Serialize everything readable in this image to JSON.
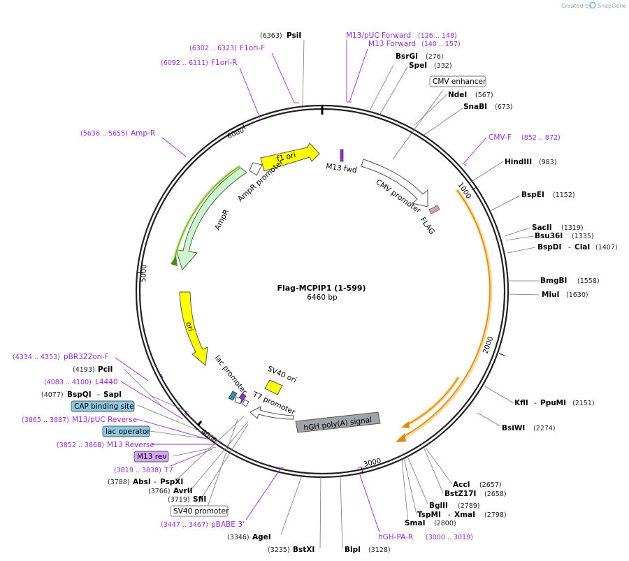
{
  "credit": {
    "created_by": "Created by",
    "brand": "SnapGene"
  },
  "plasmid": {
    "name": "Flag-MCPIP1 (1-599)",
    "size": "6460 bp"
  },
  "ticks": [
    "1000",
    "2000",
    "3000",
    "4000",
    "5000",
    "6000"
  ],
  "enzymes": [
    {
      "name": "PsiI",
      "pos": "(6363)"
    },
    {
      "name": "BsrGI",
      "pos": "(276)"
    },
    {
      "name": "SpeI",
      "pos": "(332)"
    },
    {
      "name": "NdeI",
      "pos": "(567)"
    },
    {
      "name": "SnaBI",
      "pos": "(673)"
    },
    {
      "name": "HindIII",
      "pos": "(983)"
    },
    {
      "name": "BspEI",
      "pos": "(1152)"
    },
    {
      "name": "SacII",
      "pos": "(1319)"
    },
    {
      "name": "Bsu36I",
      "pos": "(1335)"
    },
    {
      "name": "BspDI",
      "pos": "",
      "name2": "ClaI",
      "pos2": "(1407)"
    },
    {
      "name": "BmgBI",
      "pos": "(1558)"
    },
    {
      "name": "MluI",
      "pos": "(1630)"
    },
    {
      "name": "KflI",
      "pos": "",
      "name2": "PpuMI",
      "pos2": "(2151)"
    },
    {
      "name": "BsiWI",
      "pos": "(2274)"
    },
    {
      "name": "AccI",
      "pos": "(2657)"
    },
    {
      "name": "BstZ17I",
      "pos": "(2658)"
    },
    {
      "name": "BglII",
      "pos": "(2789)"
    },
    {
      "name": "TspMI",
      "pos": "",
      "name2": "XmaI",
      "pos2": "(2798)"
    },
    {
      "name": "SmaI",
      "pos": "(2800)"
    },
    {
      "name": "BlpI",
      "pos": "(3128)"
    },
    {
      "name": "BstXI",
      "pos": "(3235)"
    },
    {
      "name": "AgeI",
      "pos": "(3346)"
    },
    {
      "name": "SfiI",
      "pos": "(3719)"
    },
    {
      "name": "AvrII",
      "pos": "(3766)"
    },
    {
      "name": "AbsI",
      "pos": "(3788)",
      "name2": "PspXI"
    },
    {
      "name": "BspQI",
      "pos": "(4077)",
      "name2": "SapI"
    },
    {
      "name": "PciI",
      "pos": "(4193)"
    }
  ],
  "primers": [
    {
      "name": "M13/pUC Forward",
      "range": "(126 .. 148)"
    },
    {
      "name": "M13 Forward",
      "range": "(140 .. 157)"
    },
    {
      "name": "F1ori-F",
      "range": "(6302 .. 6323)"
    },
    {
      "name": "F1ori-R",
      "range": "(6092 .. 6111)"
    },
    {
      "name": "Amp-R",
      "range": "(5636 .. 5655)"
    },
    {
      "name": "CMV-F",
      "range": "(852 .. 872)"
    },
    {
      "name": "pBR322ori-F",
      "range": "(4334 .. 4353)"
    },
    {
      "name": "L4440",
      "range": "(4083 .. 4100)"
    },
    {
      "name": "M13/pUC Reverse",
      "range": "(3865 .. 3887)"
    },
    {
      "name": "M13 Reverse",
      "range": "(3852 .. 3868)"
    },
    {
      "name": "T7",
      "range": "(3819 .. 3838)"
    },
    {
      "name": "pBABE 3'",
      "range": "(3447 .. 3467)"
    },
    {
      "name": "hGH-PA-R",
      "range": "(3000 .. 3019)"
    }
  ],
  "boxed_features": [
    {
      "name": "CMV enhancer"
    },
    {
      "name": "CAP binding site"
    },
    {
      "name": "lac operator"
    },
    {
      "name": "M13 rev"
    },
    {
      "name": "SV40 promoter"
    }
  ],
  "map_features": {
    "f1_ori": "f1 ori",
    "m13_fwd": "M13 fwd",
    "cmv_promoter": "CMV promoter",
    "flag": "FLAG",
    "ampr_promoter": "AmpR promoter",
    "ampr": "AmpR",
    "ori": "ori",
    "lac_promoter": "lac promoter",
    "sv40_ori": "SV40 ori",
    "t7_promoter": "T7 promoter",
    "hgh": "hGH poly(A) signal"
  },
  "colors": {
    "f1_ori": "#ffff00",
    "ori": "#ffff00",
    "ampr": "#ccf7cc",
    "mcpip1": "#f5b33a",
    "hgh": "#a0a4a8",
    "primer": "#9a2bd6",
    "lac_operator": "#8fc7e0",
    "cap_site": "#8fc7e0",
    "m13_rev": "#d7a4f7"
  }
}
